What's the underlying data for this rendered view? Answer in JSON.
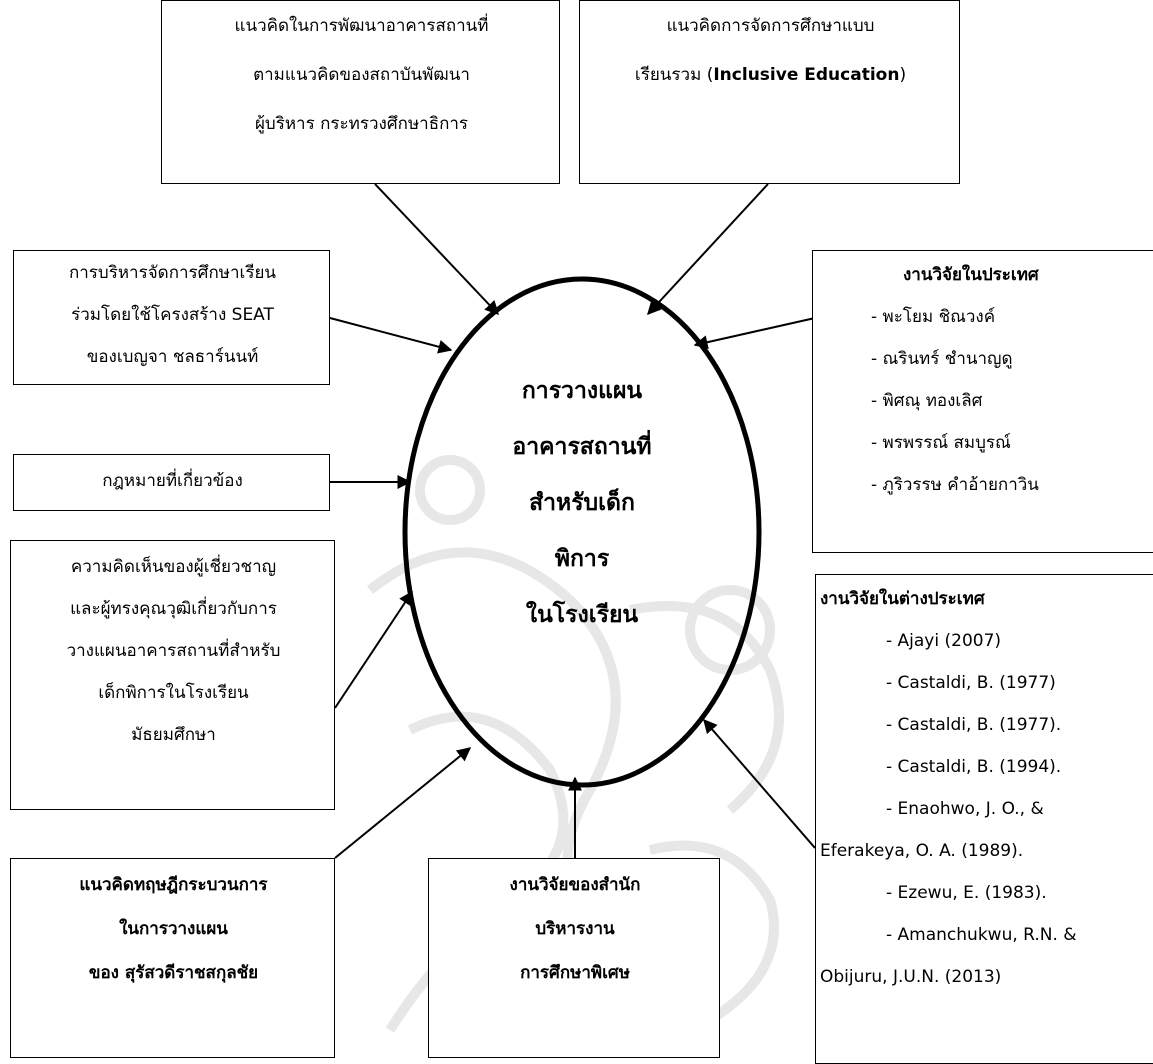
{
  "boxes": {
    "top_left": {
      "lines": [
        "แนวคิดในการพัฒนาอาคารสถานที่",
        "ตามแนวคิดของสถาบันพัฒนา",
        "ผู้บริหาร กระทรวงศึกษาธิการ"
      ]
    },
    "top_right": {
      "line1": "แนวคิดการจัดการศึกษาแบบ",
      "line2_prefix": "เรียนรวม (",
      "line2_bold": "Inclusive Education",
      "line2_suffix": ")"
    },
    "seat": {
      "lines": [
        "การบริหารจัดการศึกษาเรียน",
        "ร่วมโดยใช้โครงสร้าง SEAT",
        "ของเบญจา ชลธาร์นนท์"
      ]
    },
    "law": {
      "text": "กฎหมายที่เกี่ยวข้อง"
    },
    "expert": {
      "lines": [
        "ความคิดเห็นของผู้เชี่ยวชาญ",
        "และผู้ทรงคุณวุฒิเกี่ยวกับการ",
        "วางแผนอาคารสถานที่สำหรับ",
        "เด็กพิการในโรงเรียน",
        "มัธยมศึกษา"
      ]
    },
    "theory": {
      "lines": [
        "แนวคิดทฤษฎีกระบวนการ",
        "ในการวางแผน",
        "ของ สุรัสวดีราชสกุลชัย"
      ]
    },
    "office": {
      "lines": [
        "งานวิจัยของสำนัก",
        "บริหารงาน",
        "การศึกษาพิเศษ"
      ]
    },
    "domestic": {
      "title": "งานวิจัยในประเทศ",
      "items": [
        "- พะโยม ชิณวงค์",
        "- ณรินทร์ ชำนาญดู",
        "- พิศณุ ทองเลิศ",
        "- พรพรรณ์ สมบูรณ์",
        "- ภูริวรรษ คำอ้ายกาวิน"
      ]
    },
    "foreign": {
      "title": "งานวิจัยในต่างประเทศ",
      "items": [
        "- Ajayi  (2007)",
        "- Castaldi, B. (1977)",
        "- Castaldi, B. (1977).",
        "- Castaldi, B. (1994).",
        "- Enaohwo, J. O., &",
        "Eferakeya, O. A. (1989).",
        "- Ezewu, E. (1983).",
        "- Amanchukwu, R.N. &",
        "Obijuru, J.U.N. (2013)"
      ]
    }
  },
  "center": {
    "lines": [
      "การวางแผน",
      "อาคารสถานที่",
      "สำหรับเด็ก",
      "พิการ",
      "ในโรงเรียน"
    ]
  }
}
